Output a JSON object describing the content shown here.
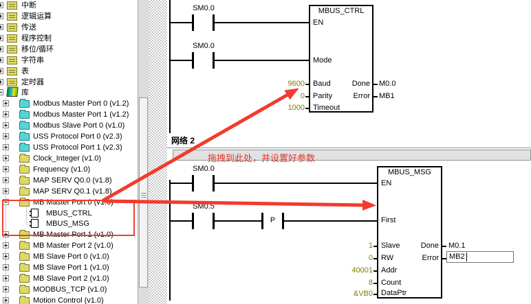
{
  "colors": {
    "annotation_red": "#f23b2e",
    "constant_olive": "#7e7e00",
    "comment_text_red": "#e0372e"
  },
  "tree": {
    "items": [
      {
        "label": "中断"
      },
      {
        "label": "逻辑运算"
      },
      {
        "label": "传送"
      },
      {
        "label": "程序控制"
      },
      {
        "label": "移位/循环"
      },
      {
        "label": "字符串"
      },
      {
        "label": "表"
      },
      {
        "label": "定时器"
      },
      {
        "label": "库"
      },
      {
        "label": "Modbus Master Port 0 (v1.2)"
      },
      {
        "label": "Modbus Master Port 1 (v1.2)"
      },
      {
        "label": "Modbus Slave Port 0 (v1.0)"
      },
      {
        "label": "USS Protocol Port 0 (v2.3)"
      },
      {
        "label": "USS Protocol Port 1 (v2.3)"
      },
      {
        "label": "Clock_Integer (v1.0)"
      },
      {
        "label": "Frequency (v1.0)"
      },
      {
        "label": "MAP SERV Q0.0 (v1.8)"
      },
      {
        "label": "MAP SERV Q0.1 (v1.8)"
      },
      {
        "label": "MB Master Port 0 (v1.0)"
      },
      {
        "label": "MBUS_CTRL"
      },
      {
        "label": "MBUS_MSG"
      },
      {
        "label": "MB Master Port 1 (v1.0)"
      },
      {
        "label": "MB Master Port 2 (v1.0)"
      },
      {
        "label": "MB Slave Port 0 (v1.0)"
      },
      {
        "label": "MB Slave Port 1 (v1.0)"
      },
      {
        "label": "MB Slave Port 2 (v1.0)"
      },
      {
        "label": "MODBUS_TCP (v1.0)"
      },
      {
        "label": "Motion Control (v1.0)"
      }
    ]
  },
  "ladder": {
    "network1": {
      "contact1": "SM0.0",
      "contact2": "SM0.0",
      "block": {
        "title": "MBUS_CTRL",
        "pin_en": "EN",
        "pin_mode": "Mode",
        "pin_baud": "Baud",
        "pin_parity": "Parity",
        "pin_timeout": "Timeout",
        "pin_done": "Done",
        "pin_error": "Error",
        "val_baud": "9600",
        "val_parity": "0",
        "val_timeout": "1000",
        "val_done": "M0.0",
        "val_error": "MB1"
      }
    },
    "network2": {
      "header": "网络 2",
      "comment": "拖拽到此处，并设置好参数",
      "contact1": "SM0.0",
      "contact2": "SM0.5",
      "edge": "P",
      "block": {
        "title": "MBUS_MSG",
        "pin_en": "EN",
        "pin_first": "First",
        "pin_slave": "Slave",
        "pin_rw": "RW",
        "pin_addr": "Addr",
        "pin_count": "Count",
        "pin_dataptr": "DataPtr",
        "pin_done": "Done",
        "pin_error": "Error",
        "val_slave": "1",
        "val_rw": "0",
        "val_addr": "40001",
        "val_count": "8",
        "val_dataptr": "&VB0",
        "val_done": "M0.1",
        "val_error": "MB2"
      }
    }
  }
}
